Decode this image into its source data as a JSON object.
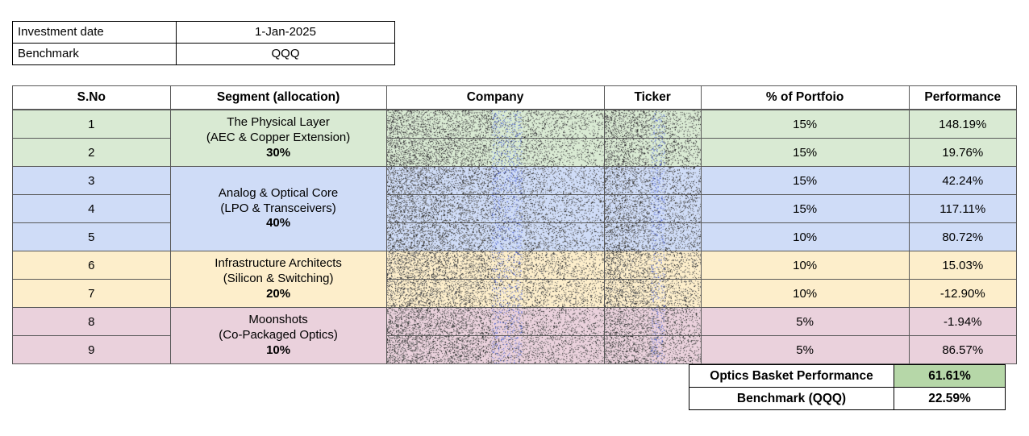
{
  "meta": {
    "rows": [
      {
        "label": "Investment date",
        "value": "1-Jan-2025"
      },
      {
        "label": "Benchmark",
        "value": "QQQ"
      }
    ]
  },
  "table": {
    "headers": {
      "sno": "S.No",
      "segment": "Segment (allocation)",
      "company": "Company",
      "ticker": "Ticker",
      "pct": "% of Portfoio",
      "performance": "Performance"
    },
    "segments": [
      {
        "name": "The Physical Layer",
        "sub": "(AEC & Copper Extension)",
        "allocation": "30%",
        "color": "#d9ead3",
        "color_class": "seg-green",
        "rows": [
          {
            "sno": "1",
            "company": "",
            "ticker": "",
            "pct": "15%",
            "performance": "148.19%"
          },
          {
            "sno": "2",
            "company": "",
            "ticker": "",
            "pct": "15%",
            "performance": "19.76%"
          }
        ]
      },
      {
        "name": "Analog & Optical Core",
        "sub": "(LPO & Transceivers)",
        "allocation": "40%",
        "color": "#cfdcf7",
        "color_class": "seg-blue",
        "rows": [
          {
            "sno": "3",
            "company": "",
            "ticker": "",
            "pct": "15%",
            "performance": "42.24%"
          },
          {
            "sno": "4",
            "company": "",
            "ticker": "",
            "pct": "15%",
            "performance": "117.11%"
          },
          {
            "sno": "5",
            "company": "",
            "ticker": "",
            "pct": "10%",
            "performance": "80.72%"
          }
        ]
      },
      {
        "name": "Infrastructure Architects",
        "sub": "(Silicon & Switching)",
        "allocation": "20%",
        "color": "#fdeecb",
        "color_class": "seg-yellow",
        "rows": [
          {
            "sno": "6",
            "company": "",
            "ticker": "",
            "pct": "10%",
            "performance": "15.03%"
          },
          {
            "sno": "7",
            "company": "",
            "ticker": "",
            "pct": "10%",
            "performance": "-12.90%"
          }
        ]
      },
      {
        "name": "Moonshots",
        "sub": "(Co-Packaged Optics)",
        "allocation": "10%",
        "color": "#ead1dc",
        "color_class": "seg-pink",
        "rows": [
          {
            "sno": "8",
            "company": "",
            "ticker": "",
            "pct": "5%",
            "performance": "-1.94%"
          },
          {
            "sno": "9",
            "company": "",
            "ticker": "",
            "pct": "5%",
            "performance": "86.57%"
          }
        ]
      }
    ]
  },
  "summary": {
    "rows": [
      {
        "label": "Optics Basket Performance",
        "value": "61.61%",
        "highlight": true
      },
      {
        "label": "Benchmark (QQQ)",
        "value": "22.59%",
        "highlight": false
      }
    ],
    "highlight_color": "#b6d7a8"
  }
}
